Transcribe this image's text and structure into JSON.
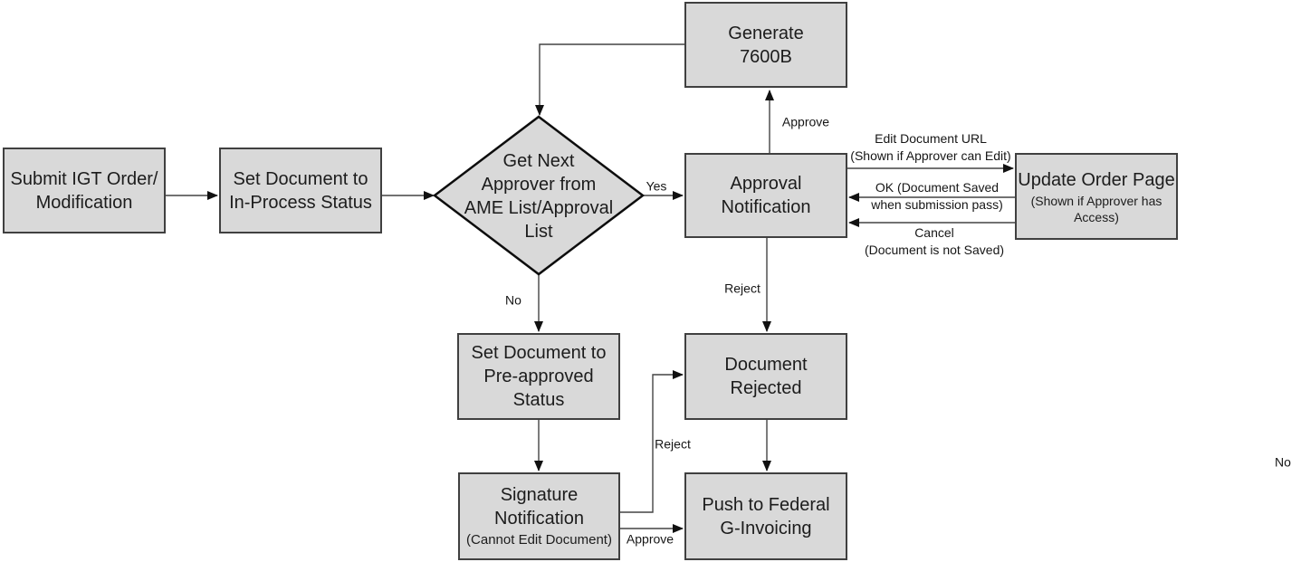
{
  "diagram": {
    "type": "flowchart",
    "subject": "IGT order approval workflow"
  },
  "colors": {
    "node_fill": "#d9d9d9",
    "node_border": "#404040",
    "diamond_border": "#0d0d0d",
    "connector": "#444444",
    "arrowhead": "#111111",
    "text": "#1c1c1c",
    "background": "#ffffff"
  },
  "nodes": {
    "submit_order": {
      "label": "Submit IGT Order/\nModification"
    },
    "set_in_process": {
      "label": "Set Document to\nIn-Process Status"
    },
    "get_next_approver": {
      "label": "Get Next\nApprover from\nAME List/Approval\nList"
    },
    "generate_7600b": {
      "label": "Generate\n7600B"
    },
    "approval_notification": {
      "label": "Approval\nNotification"
    },
    "update_order_page": {
      "label": "Update Order Page",
      "sublabel": "(Shown if Approver has\nAccess)"
    },
    "set_pre_approved": {
      "label": "Set Document to\nPre-approved\nStatus"
    },
    "document_rejected": {
      "label": "Document\nRejected"
    },
    "signature_notification": {
      "label": "Signature\nNotification",
      "sublabel": "(Cannot Edit Document)"
    },
    "push_g_invoicing": {
      "label": "Push to Federal\nG-Invoicing"
    }
  },
  "edge_labels": {
    "yes": "Yes",
    "no": "No",
    "approve_to_generate": "Approve",
    "reject_to_document_rejected": "Reject",
    "edit_document_url": "Edit Document URL\n(Shown if Approver can Edit)",
    "ok_document_saved": "OK (Document Saved\nwhen submission pass)",
    "cancel_not_saved": "Cancel\n(Document is not Saved)",
    "reject_from_signature": "Reject",
    "approve_from_signature": "Approve",
    "orphan_no": "No"
  }
}
